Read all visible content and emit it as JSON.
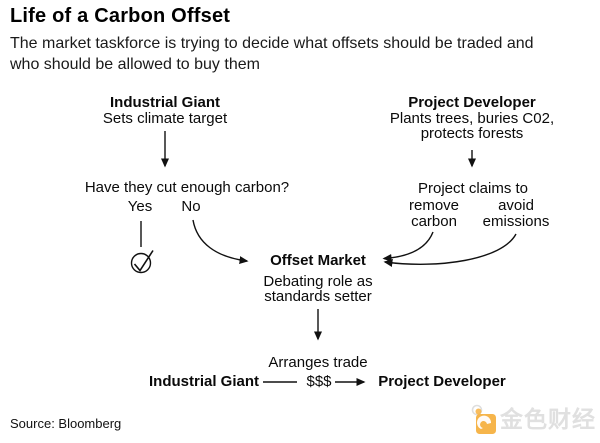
{
  "header": {
    "title": "Life of a Carbon Offset",
    "subtitle_line1": "The market taskforce is trying to decide what offsets should be traded and",
    "subtitle_line2": "who should be allowed to buy them"
  },
  "diagram": {
    "industrial_giant": {
      "name": "Industrial Giant",
      "description": "Sets climate target"
    },
    "project_developer": {
      "name": "Project Developer",
      "description_line1": "Plants trees, buries C02,",
      "description_line2": "protects forests"
    },
    "question": "Have they cut enough carbon?",
    "answer_yes": "Yes",
    "answer_no": "No",
    "check_icon": "check-circle",
    "project_claims": "Project claims to",
    "claim_remove_line1": "remove",
    "claim_remove_line2": "carbon",
    "claim_avoid_line1": "avoid",
    "claim_avoid_line2": "emissions",
    "offset_market": {
      "name": "Offset Market",
      "description_line1": "Debating role as",
      "description_line2": "standards setter"
    },
    "trade": {
      "label": "Arranges trade",
      "buyer": "Industrial Giant",
      "payment": "$$$",
      "seller": "Project Developer"
    }
  },
  "footer": {
    "source": "Source: Bloomberg",
    "watermark_text": "金色财经"
  },
  "colors": {
    "text": "#000000",
    "arrow": "#111111",
    "background": "#ffffff",
    "watermark_orange": "#f5a31f",
    "watermark_gray": "#b0b0b0"
  }
}
